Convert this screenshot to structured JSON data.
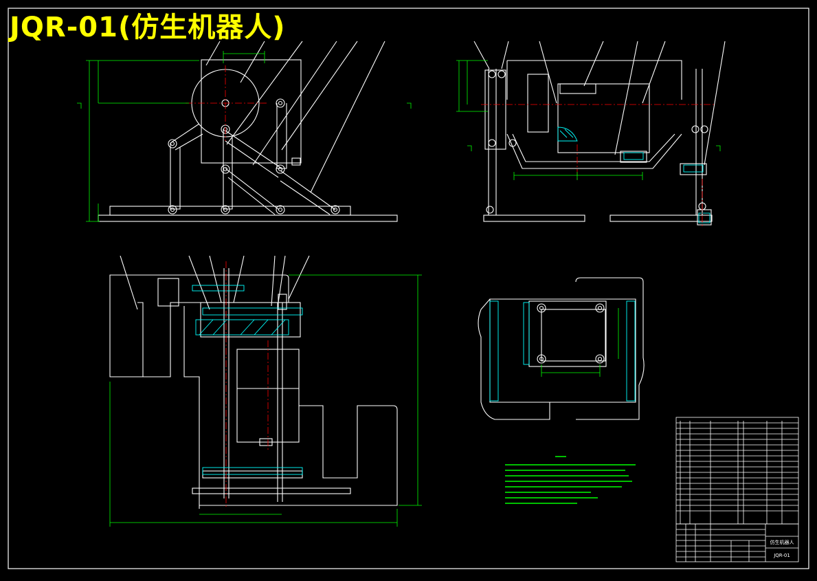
{
  "title": "JQR-01(仿生机器人)",
  "drawing_number": "JQR-01",
  "part_name": "仿生机器人",
  "colors": {
    "background": "#000000",
    "outline": "#ffffff",
    "dimension": "#00ff00",
    "centerline": "#ff0000",
    "title": "#ffff00",
    "hatch": "#00ffff",
    "section": "#ff00ff"
  }
}
